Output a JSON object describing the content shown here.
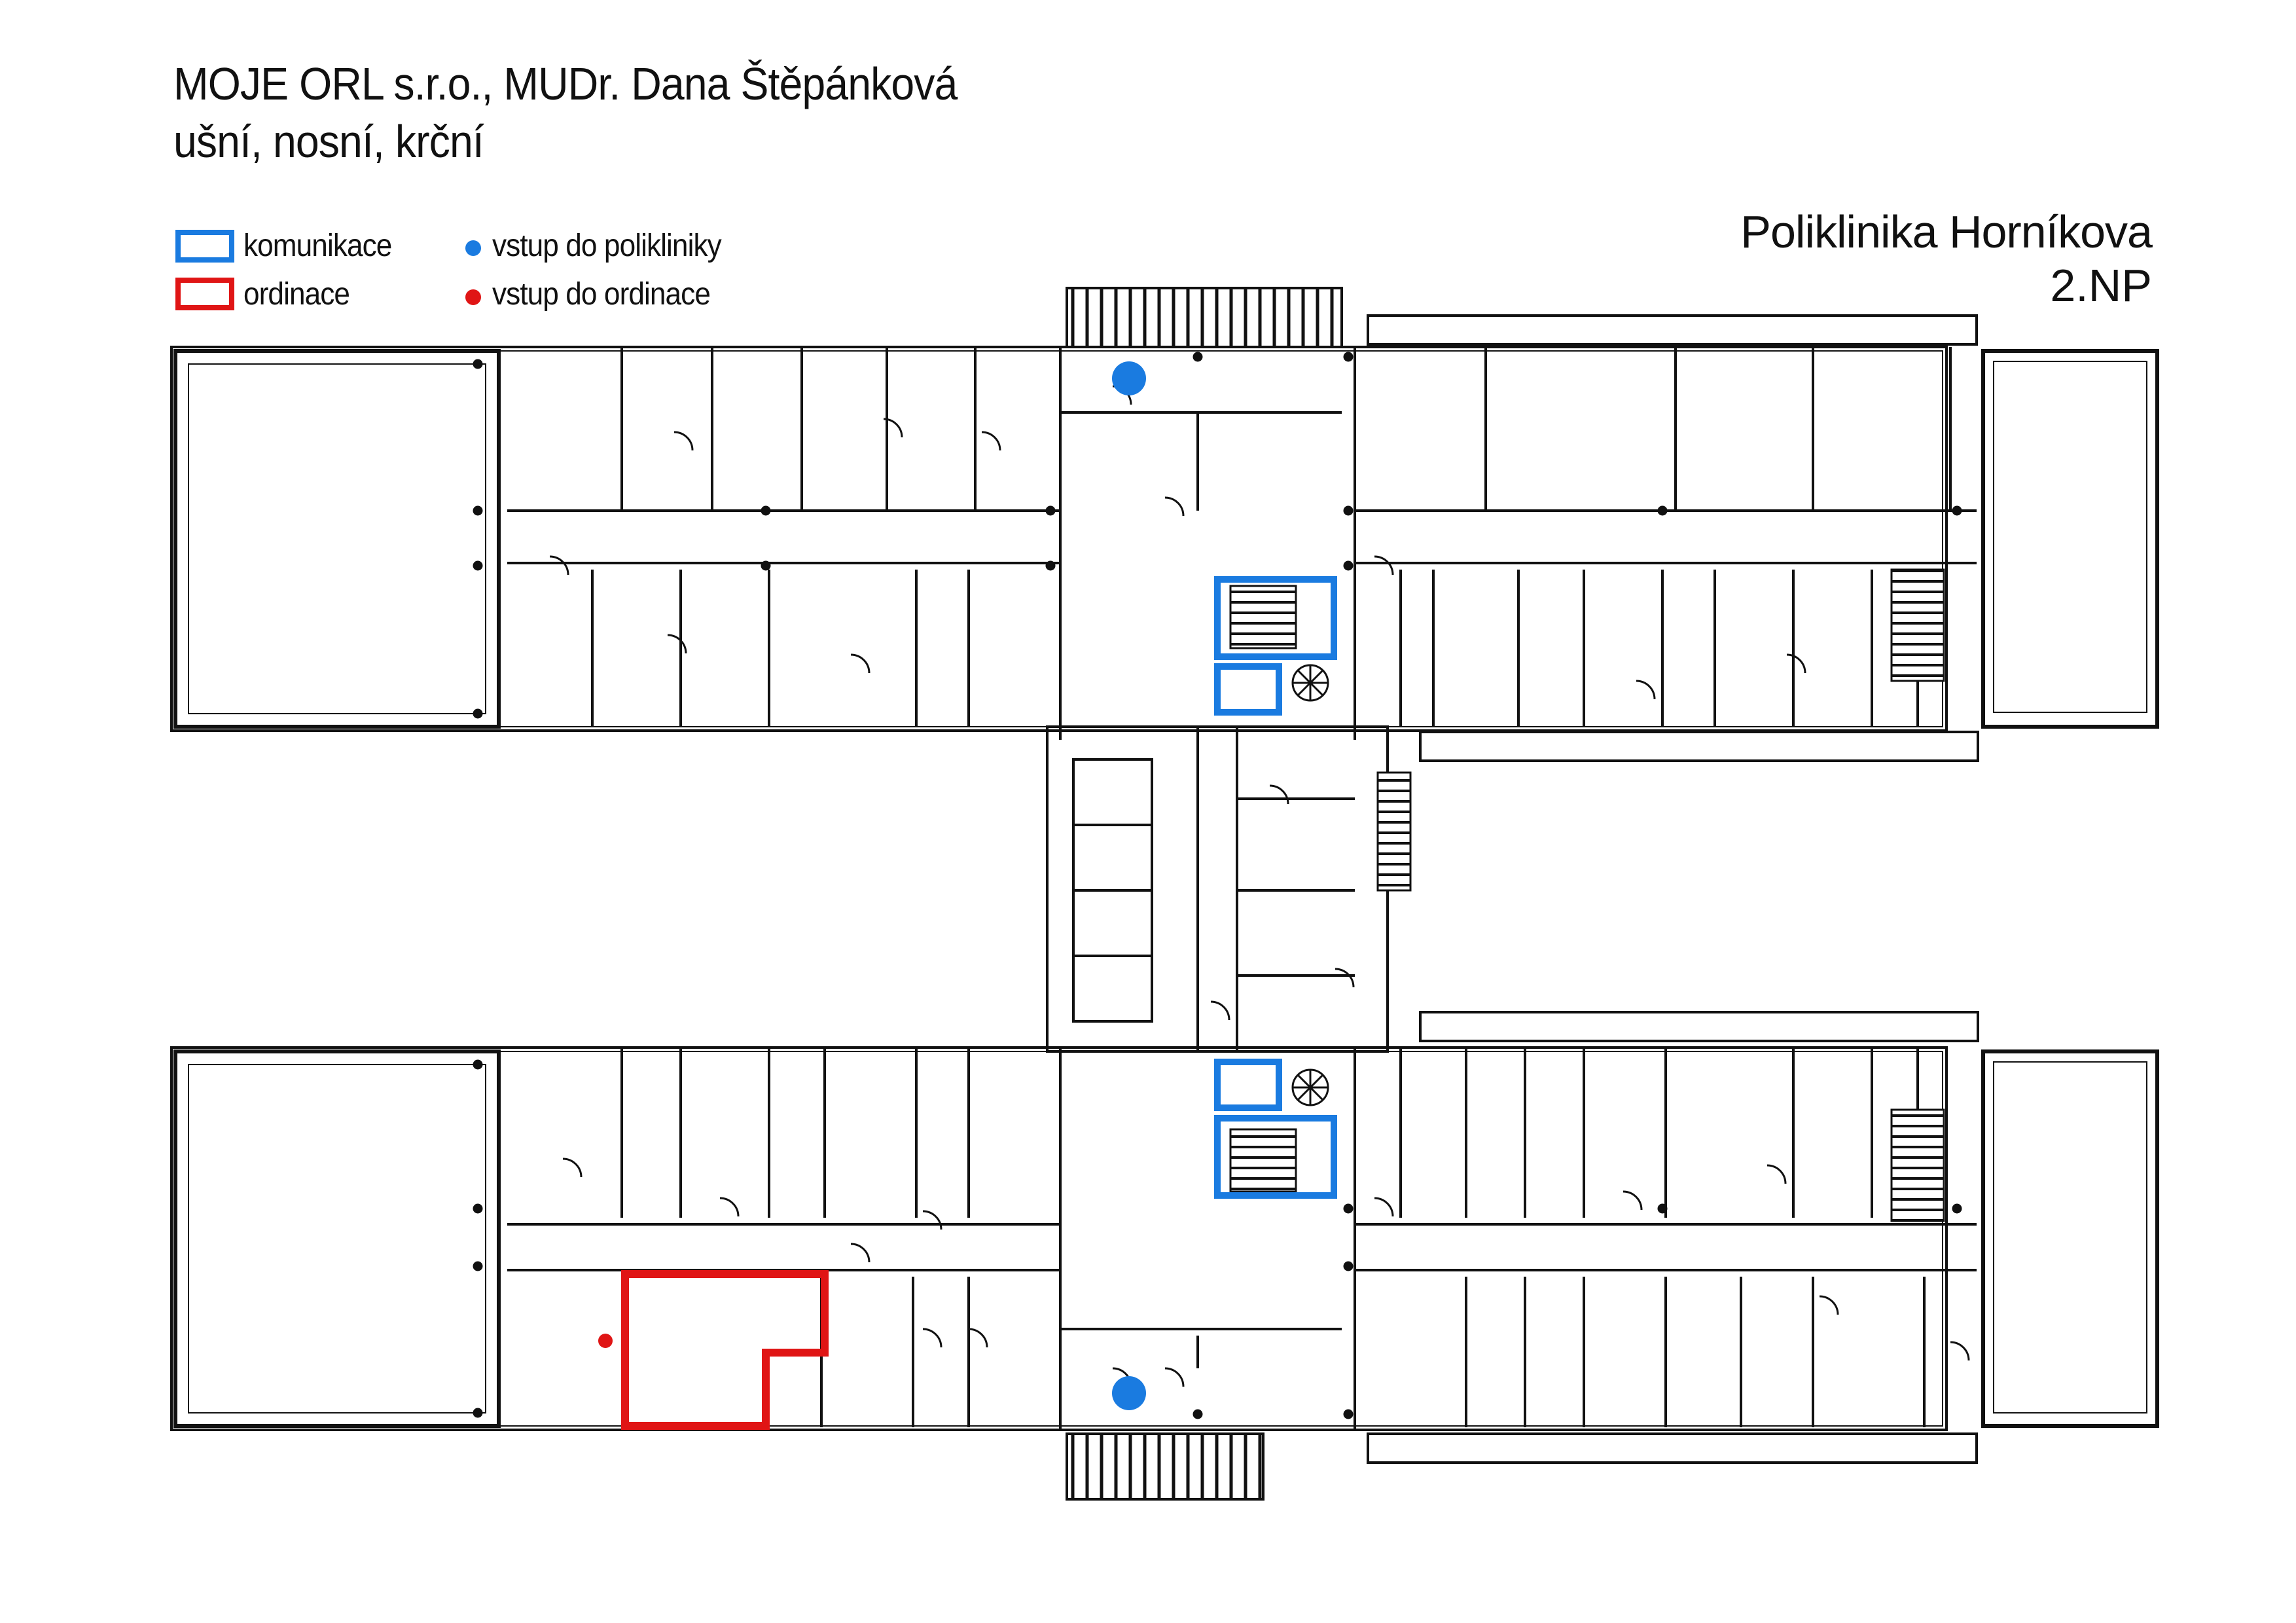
{
  "header": {
    "title": "MOJE ORL s.r.o., MUDr. Dana Štěpánková",
    "subtitle": "ušní, nosní, krční"
  },
  "location": {
    "building": "Poliklinika Horníkova",
    "floor": "2.NP"
  },
  "legend": {
    "communication_label": "komunikace",
    "office_label": "ordinace",
    "building_entrance_label": "vstup do polikliniky",
    "office_entrance_label": "vstup do ordinace"
  },
  "colors": {
    "communication": "#1a7be0",
    "office": "#e01515",
    "walls": "#111111"
  }
}
